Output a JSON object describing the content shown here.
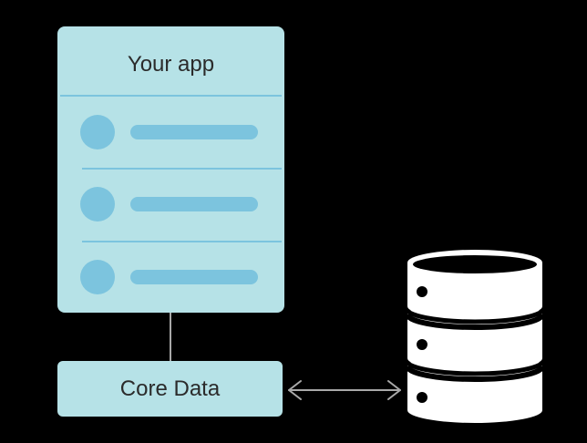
{
  "app": {
    "title": "Your app",
    "rows": 3
  },
  "core_data": {
    "label": "Core Data"
  },
  "icons": {
    "database": "database-icon",
    "arrow": "double-arrow-icon"
  },
  "colors": {
    "background": "#000000",
    "card": "#b6e2e7",
    "accent": "#7cc4de",
    "connector": "#a9a9a9",
    "database": "#ffffff"
  }
}
